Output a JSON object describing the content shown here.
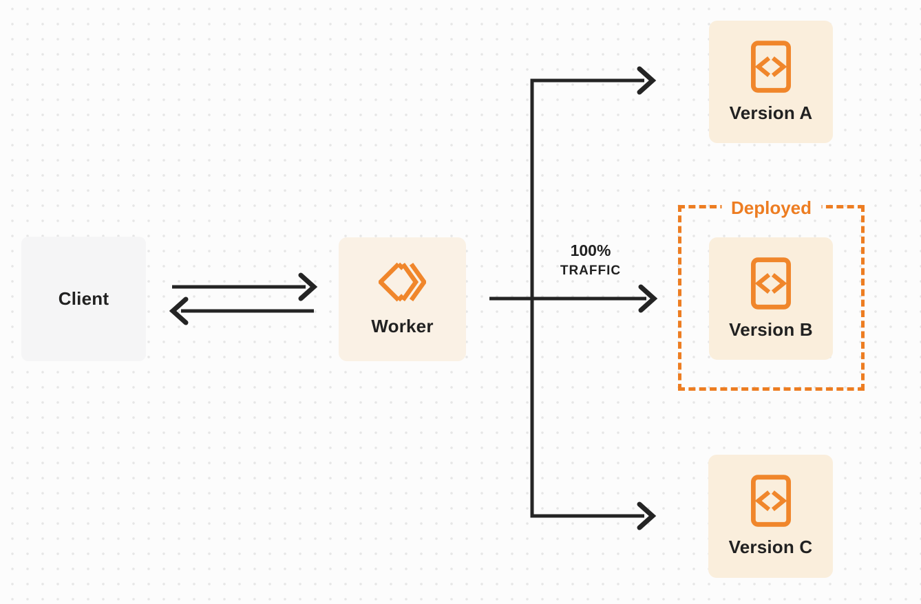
{
  "colors": {
    "page-bg": "#fcfcfc",
    "dot-grid": "#e6e6e6",
    "accent-orange": "#ed7d22",
    "icon-orange": "#f0862b",
    "client-gray": "#f5f5f6",
    "worker-cream": "#faf1e5",
    "version-cream": "#faeedc",
    "arrow-dark": "#242424",
    "text-dark": "#212121"
  },
  "nodes": {
    "client": {
      "label": "Client"
    },
    "worker": {
      "label": "Worker",
      "icon": "workers-double-chevron-logo-icon"
    },
    "version_a": {
      "label": "Version A",
      "icon": "code-file-icon"
    },
    "version_b": {
      "label": "Version B",
      "icon": "code-file-icon"
    },
    "version_c": {
      "label": "Version C",
      "icon": "code-file-icon"
    }
  },
  "annotations": {
    "deployed": {
      "label": "Deployed"
    },
    "traffic": {
      "line1": "100%",
      "line2": "TRAFFIC"
    }
  }
}
